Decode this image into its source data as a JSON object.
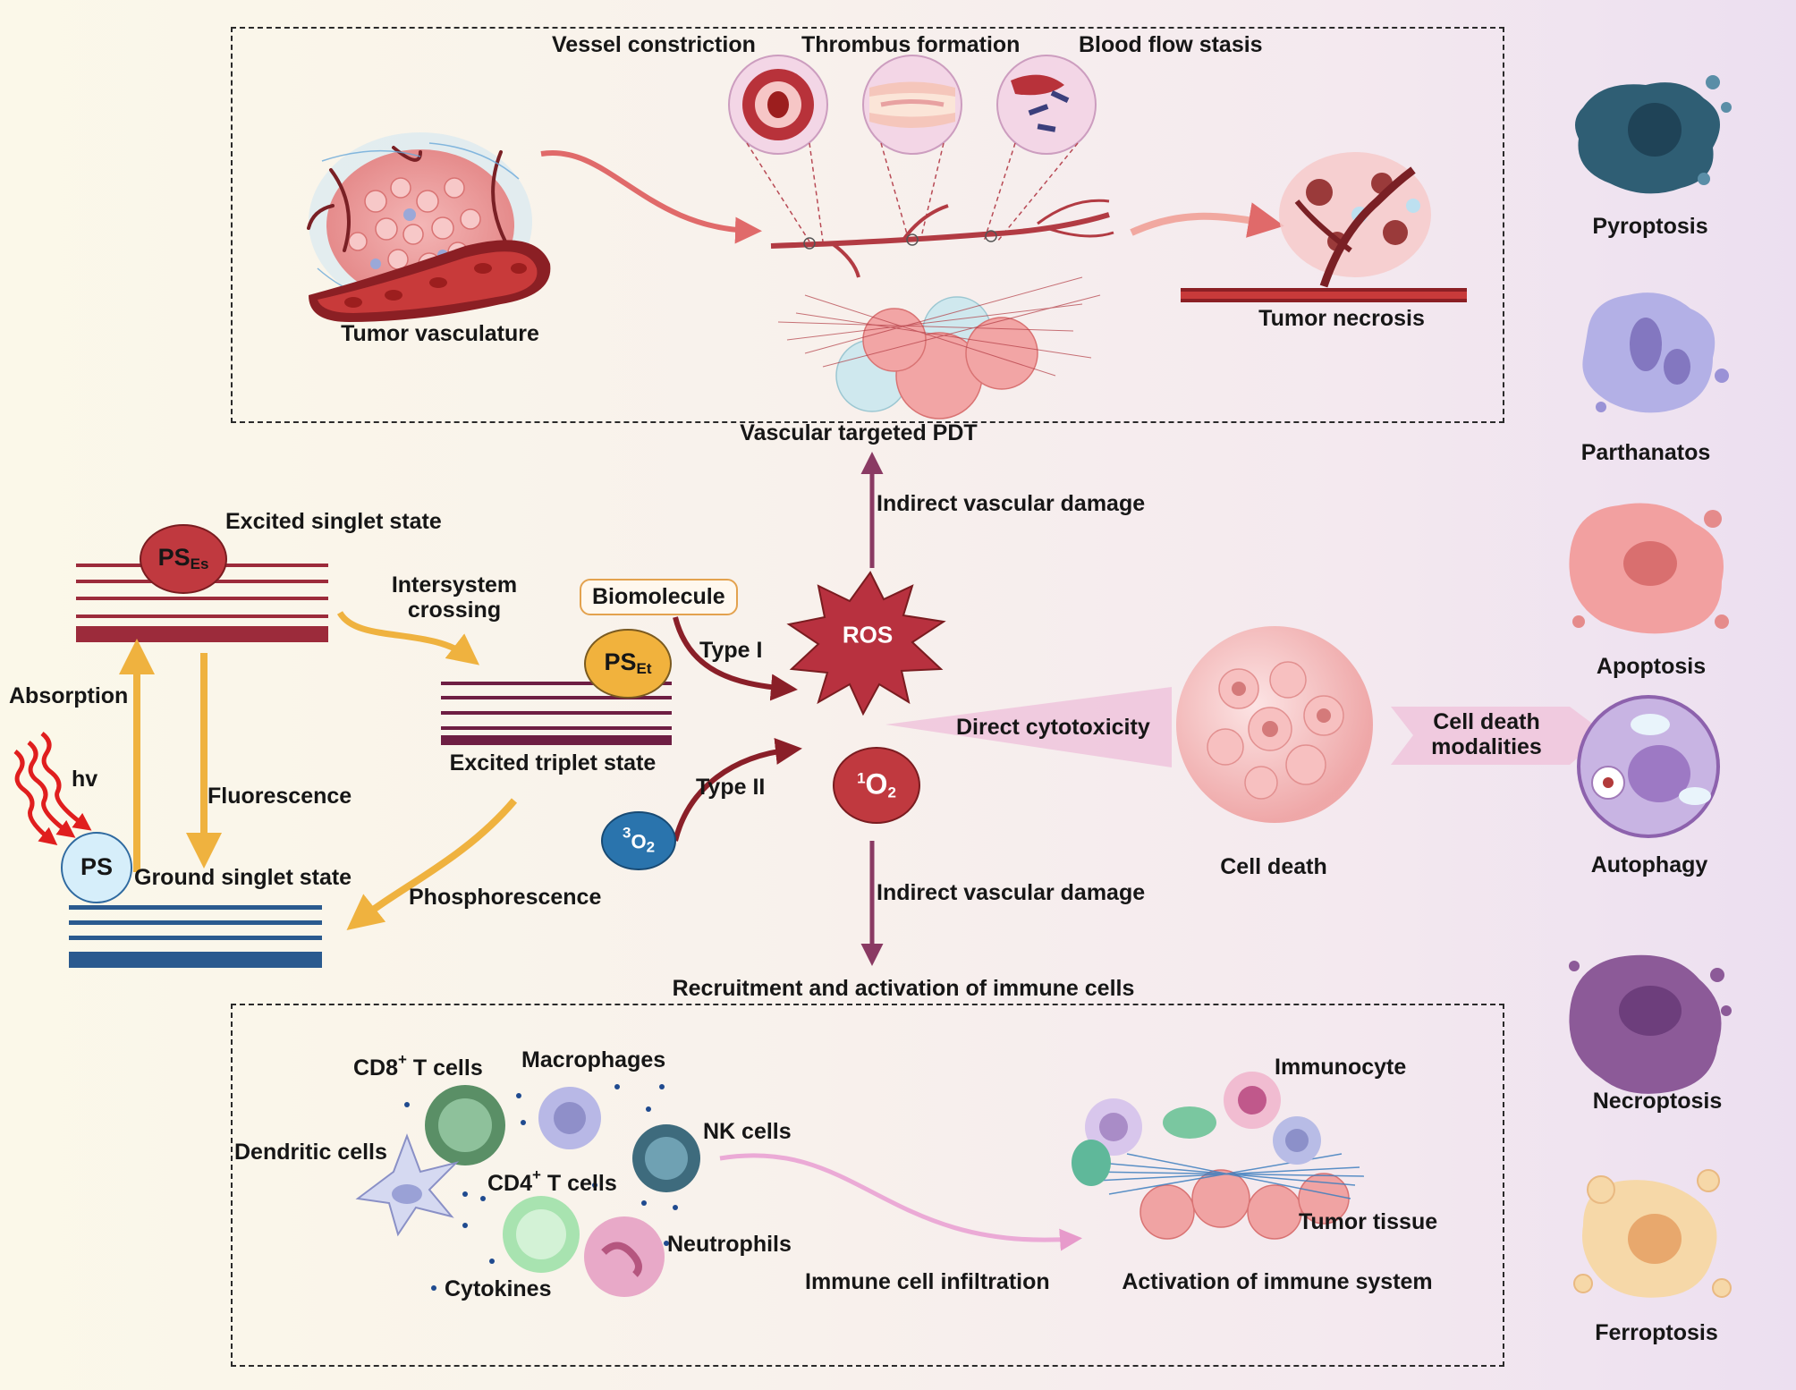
{
  "top_panel": {
    "caption": "Vascular targeted PDT",
    "vessel_constriction": "Vessel constriction",
    "thrombus_formation": "Thrombus formation",
    "blood_flow_stasis": "Blood flow stasis",
    "tumor_vasculature": "Tumor vasculature",
    "tumor_necrosis": "Tumor necrosis"
  },
  "jablonski": {
    "excited_singlet_state": "Excited singlet state",
    "intersystem_crossing_line1": "Intersystem",
    "intersystem_crossing_line2": "crossing",
    "excited_triplet_state": "Excited triplet state",
    "absorption": "Absorption",
    "hv": "hv",
    "fluorescence": "Fluorescence",
    "ground_singlet_state": "Ground singlet  state",
    "phosphorescence": "Phosphorescence",
    "ps_es_main": "PS",
    "ps_es_sub": "Es",
    "ps_et_main": "PS",
    "ps_et_sub": "Et",
    "ps_ground": "PS"
  },
  "reactions": {
    "biomolecule": "Biomolecule",
    "type_i": "Type I",
    "type_ii": "Type II",
    "ros": "ROS",
    "singlet_oxygen_sup": "1",
    "singlet_oxygen_main": "O",
    "singlet_oxygen_sub": "2",
    "triplet_oxygen_sup": "3",
    "triplet_oxygen_main": "O",
    "triplet_oxygen_sub": "2",
    "indirect_vascular_damage_top": "Indirect vascular damage",
    "indirect_vascular_damage_bottom": "Indirect vascular damage",
    "direct_cytotoxicity": "Direct cytotoxicity",
    "cell_death": "Cell death",
    "cell_death_modalities_line1": "Cell death",
    "cell_death_modalities_line2": "modalities"
  },
  "death_modalities": [
    "Pyroptosis",
    "Parthanatos",
    "Apoptosis",
    "Autophagy",
    "Necroptosis",
    "Ferroptosis"
  ],
  "immune_panel": {
    "title": "Recruitment and activation of immune cells",
    "cd8_main": "CD8",
    "cd8_sup": "+",
    "cd8_tail": " T cells",
    "macrophages": "Macrophages",
    "dendritic_cells": "Dendritic cells",
    "cd4_main": "CD4",
    "cd4_sup": "+",
    "cd4_tail": " T cells",
    "nk_cells": "NK cells",
    "neutrophils": "Neutrophils",
    "cytokines": "Cytokines",
    "immune_cell_infiltration": "Immune cell infiltration",
    "immunocyte": "Immunocyte",
    "tumor_tissue": "Tumor tissue",
    "activation_of_immune_system": "Activation of immune system"
  },
  "colors": {
    "es_level": "#9c2b3b",
    "et_level": "#6e1e43",
    "ground_level": "#2a5a8f",
    "arrow_gold": "#efb23f",
    "arrow_darkred": "#8a1f28",
    "arrow_purple": "#8a3a63",
    "ros": "#b8313f"
  }
}
